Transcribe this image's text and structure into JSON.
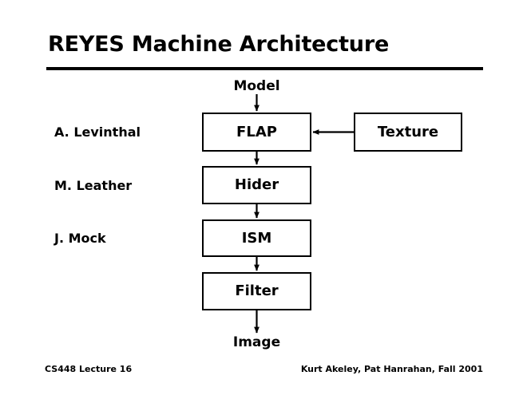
{
  "slide": {
    "title": "REYES Machine Architecture",
    "background_color": "#ffffff",
    "ink_color": "#000000"
  },
  "diagram": {
    "input_label": "Model",
    "output_label": "Image",
    "pipeline_boxes": [
      {
        "label": "FLAP"
      },
      {
        "label": "Hider"
      },
      {
        "label": "ISM"
      },
      {
        "label": "Filter"
      }
    ],
    "side_box": {
      "label": "Texture"
    },
    "people": [
      {
        "name": "A. Levinthal"
      },
      {
        "name": "M. Leather"
      },
      {
        "name": "J. Mock"
      }
    ]
  },
  "footer": {
    "left": "CS448 Lecture 16",
    "right": "Kurt Akeley, Pat Hanrahan, Fall 2001"
  }
}
